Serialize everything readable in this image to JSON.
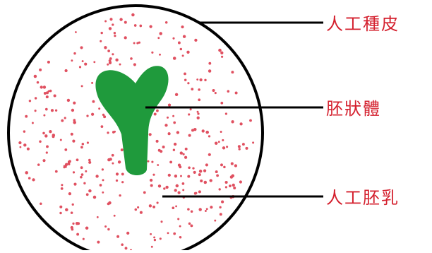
{
  "colors": {
    "background": "#ffffff",
    "outline": "#000000",
    "dots": "#e05060",
    "embryo": "#1f9a3c",
    "label": "#d4202e"
  },
  "diagram": {
    "labels": {
      "seed_coat": "人工種皮",
      "embryoid": "胚狀體",
      "endosperm": "人工胚乳"
    }
  }
}
